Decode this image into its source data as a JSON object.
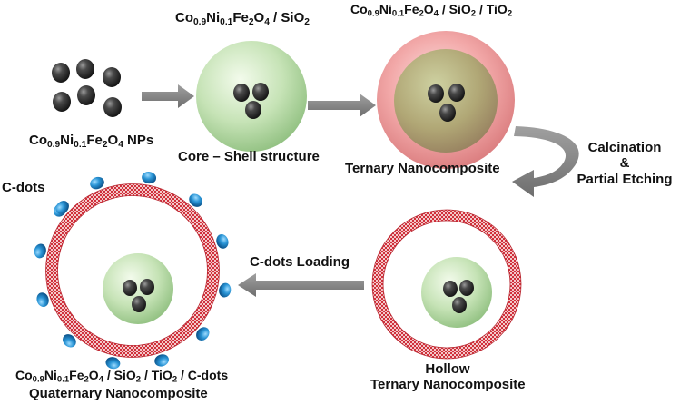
{
  "diagram": {
    "nanoparticles_label": {
      "co": "Co",
      "co_sub": "0.9",
      "ni": "Ni",
      "ni_sub": "0.1",
      "fe": "Fe",
      "fe_sub": "2",
      "o": "O",
      "o_sub": "4",
      "suffix": " NPs"
    },
    "core_shell_formula": {
      "co": "Co",
      "co_sub": "0.9",
      "ni": "Ni",
      "ni_sub": "0.1",
      "fe": "Fe",
      "fe_sub": "2",
      "o": "O",
      "o_sub": "4",
      "sep": " / ",
      "si": "SiO",
      "si_sub": "2"
    },
    "core_shell_label": "Core – Shell structure",
    "ternary_formula": {
      "co": "Co",
      "co_sub": "0.9",
      "ni": "Ni",
      "ni_sub": "0.1",
      "fe": "Fe",
      "fe_sub": "2",
      "o": "O",
      "o_sub": "4",
      "sep1": " / ",
      "si": "SiO",
      "si_sub": "2",
      "sep2": " / ",
      "ti": "TiO",
      "ti_sub": "2"
    },
    "ternary_label": "Ternary Nanocomposite",
    "calcination_lines": [
      "Calcination",
      "&",
      "Partial Etching"
    ],
    "hollow_lines": [
      "Hollow",
      "Ternary Nanocomposite"
    ],
    "cdots_loading_label": "C-dots Loading",
    "cdots_label": "C-dots",
    "quaternary_formula": {
      "co": "Co",
      "co_sub": "0.9",
      "ni": "Ni",
      "ni_sub": "0.1",
      "fe": "Fe",
      "fe_sub": "2",
      "o": "O",
      "o_sub": "4",
      "sep1": " / ",
      "si": "SiO",
      "si_sub": "2",
      "sep2": " / ",
      "ti": "TiO",
      "ti_sub": "2",
      "sep3": " / ",
      "cd": "C-dots"
    },
    "quaternary_label": "Quaternary Nanocomposite"
  },
  "colors": {
    "nanoparticle": "#3a3a3a",
    "silica_shell": "#b9dcaa",
    "titania_shell": "#e88a8a",
    "hollow_ring": "#d23c46",
    "cdot": "#1e86c8",
    "arrow": "#808080"
  },
  "icons": [
    "nanoparticle",
    "core-shell-sphere",
    "ternary-sphere",
    "hollow-ring",
    "cdot",
    "process-arrow",
    "curved-arrow"
  ]
}
